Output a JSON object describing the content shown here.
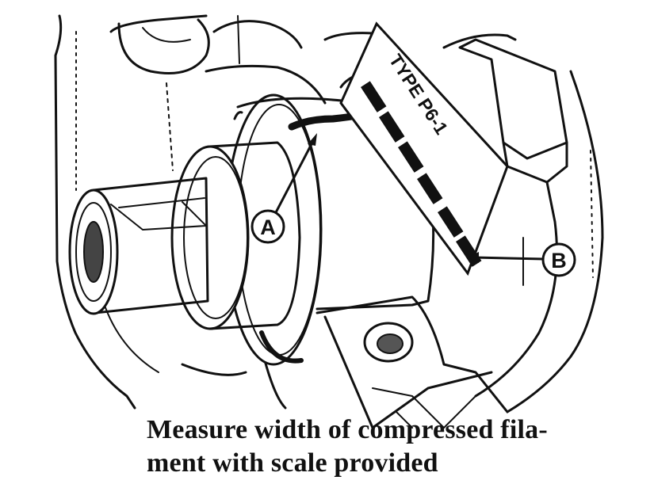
{
  "figure": {
    "callouts": [
      {
        "id": "A",
        "label": "A"
      },
      {
        "id": "B",
        "label": "B"
      }
    ],
    "scale_label": "TYPE P6-1",
    "caption_lines": [
      "Measure width of compressed fila-",
      "ment with scale provided"
    ]
  }
}
